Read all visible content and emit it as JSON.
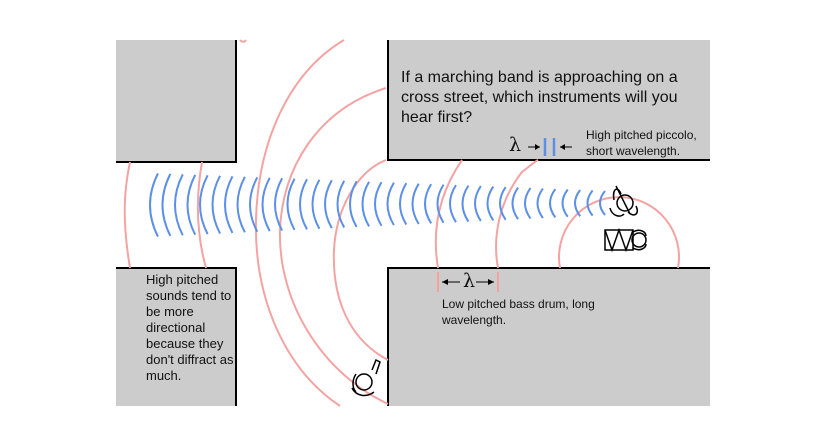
{
  "question": "If a marching band is approaching on a cross street, which instruments will you hear first?",
  "piccolo_label": "High pitched piccolo, short wavelength.",
  "drum_label": "Low pitched bass drum, long wavelength.",
  "directional_note": "High pitched sounds tend to be  more directional because they don't diffract as much.",
  "lambda_symbol": "λ",
  "colors": {
    "building_fill": "#cccccc",
    "building_edge": "#000000",
    "low_wave": "#f4a3a3",
    "high_wave": "#5b8fe8",
    "background": "#ffffff"
  },
  "icons": [
    "piccolo-player-icon",
    "bass-drum-icon",
    "listener-icon"
  ]
}
